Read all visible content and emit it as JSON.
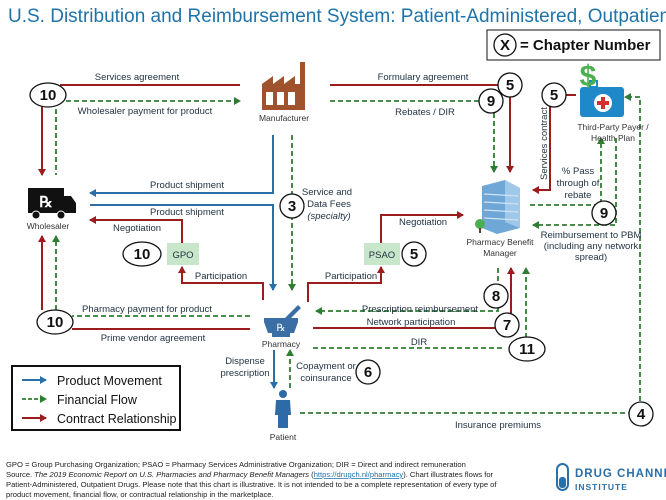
{
  "title": "U.S. Distribution and Reimbursement System: Patient-Administered, Outpatient Drugs",
  "chapter_key": {
    "symbol": "X",
    "label": "= Chapter Number"
  },
  "nodes": {
    "manufacturer": "Manufacturer",
    "wholesaler": "Wholesaler",
    "pbm_line1": "Pharmacy Benefit",
    "pbm_line2": "Manager",
    "payer_line1": "Third-Party Payer /",
    "payer_line2": "Health Plan",
    "pharmacy": "Pharmacy",
    "patient": "Patient",
    "gpo": "GPO",
    "psao": "PSAO"
  },
  "flows": {
    "services_agreement": "Services agreement",
    "wholesaler_payment": "Wholesaler payment for product",
    "formulary_agreement": "Formulary agreement",
    "rebates_dir": "Rebates / DIR",
    "services_contract": "Services contract",
    "product_shipment_1": "Product shipment",
    "product_shipment_2": "Product shipment",
    "service_fees_1": "Service and",
    "service_fees_2": "Data Fees",
    "service_fees_3": "(specialty)",
    "negotiation_gpo": "Negotiation",
    "negotiation_psao": "Negotiation",
    "participation_gpo": "Participation",
    "participation_psao": "Participation",
    "pass_through_1": "% Pass",
    "pass_through_2": "through of",
    "pass_through_3": "rebate",
    "reimb_pbm_1": "Reimbursement to PBM",
    "reimb_pbm_2": "(including any network",
    "reimb_pbm_3": "spread)",
    "pharmacy_payment": "Pharmacy payment for product",
    "prime_vendor": "Prime vendor agreement",
    "rx_reimbursement": "Prescription reimbursement",
    "network_participation": "Network participation",
    "dir": "DIR",
    "dispense_1": "Dispense",
    "dispense_2": "prescription",
    "copay_1": "Copayment or",
    "copay_2": "coinsurance",
    "insurance_premiums": "Insurance premiums"
  },
  "chapters": {
    "wholesaler_top": "10",
    "formulary": "5",
    "rebates": "9",
    "services_contract": "5",
    "service_fees": "3",
    "gpo": "10",
    "psao": "5",
    "pass_through": "9",
    "rx_reimb": "8",
    "network": "7",
    "dir": "11",
    "pharmacy_payment": "10",
    "copay": "6",
    "premiums": "4"
  },
  "legend": {
    "items": [
      {
        "label": "Product Movement",
        "color": "#2a6fa8",
        "style": "solid"
      },
      {
        "label": "Financial Flow",
        "color": "#2e7d32",
        "style": "dashed"
      },
      {
        "label": "Contract Relationship",
        "color": "#9b1c1c",
        "style": "solid"
      }
    ]
  },
  "footer": {
    "line1": "GPO = Group Purchasing Organization; PSAO = Pharmacy Services Administrative Organization; DIR = Direct and indirect remuneration",
    "line2_prefix": "Source. ",
    "line2_title": "The 2019 Economic Report on U.S. Pharmacies and Pharmacy Benefit Managers",
    "line2_link": "https://drugch.nl/pharmacy",
    "line2_suffix": "). Chart illustrates flows for",
    "line3": "Patient-Administered, Outpatient Drugs. Please note that this chart is illustrative. It is not intended to be a complete representation of every type of",
    "line4": "product movement, financial flow, or contractual relationship in the marketplace."
  },
  "brand": {
    "line1": "DRUG CHANNELS",
    "line2": "INSTITUTE"
  },
  "colors": {
    "product": "#2a6fa8",
    "financial": "#2e7d32",
    "contract": "#9b1c1c",
    "title": "#1f73a8",
    "manufacturer": "#a0522d"
  }
}
